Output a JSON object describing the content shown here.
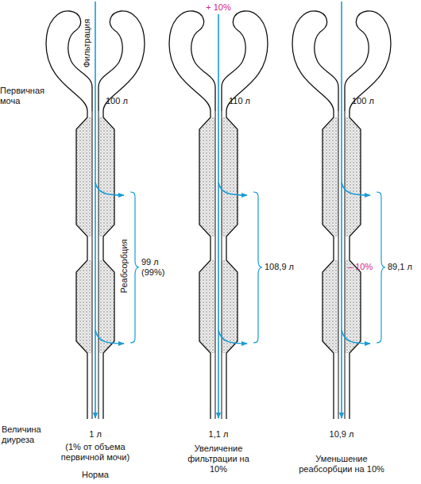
{
  "diagram": {
    "labels": [
      "+ 10%",
      "Фильтрация",
      "Первичная моча",
      "100 л",
      "110 л",
      "100 л",
      "Реабсорбция",
      "99 л (99%)",
      "108,9 л",
      "– 10%",
      "89,1 л",
      "Величина диуреза",
      "1 л",
      "(1% от объема первичной мочи)",
      "1,1 л",
      "10,9 л",
      "Норма",
      "Увеличение фильтрации на 10%",
      "Уменьшение реабсорбции на 10%"
    ]
  }
}
